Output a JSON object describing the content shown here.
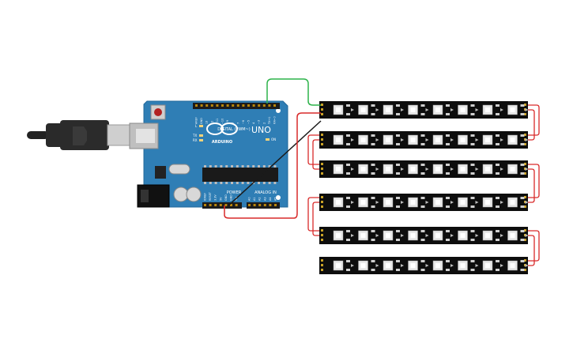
{
  "board": {
    "brand_logo_text": "ARDUINO",
    "model": "UNO",
    "header_digital_label": "DIGITAL (PWM~)",
    "header_power_label": "POWER",
    "header_analog_label": "ANALOG IN",
    "led_labels": [
      "L",
      "TX",
      "RX",
      "ON"
    ],
    "top_pin_labels": [
      "AREF",
      "GND",
      "13",
      "12",
      "~11",
      "~10",
      "~9",
      "8",
      "7",
      "~6",
      "~5",
      "4",
      "~3",
      "2",
      "TX→1",
      "RX←0"
    ],
    "power_pin_labels": [
      "IOREF",
      "RESET",
      "3.3V",
      "5V",
      "GND",
      "GND",
      "Vin"
    ],
    "analog_pin_labels": [
      "A0",
      "A1",
      "A2",
      "A3",
      "A4",
      "A5"
    ],
    "colors": {
      "pcb": "#2f7eb5",
      "header": "#1c1c1c",
      "pin": "#b8860b"
    }
  },
  "usb_cable": {
    "colors": {
      "plug": "#cfcfcf",
      "cable": "#222222"
    }
  },
  "led_strips": {
    "strip_count": 6,
    "pixels_per_strip": 8,
    "colors": {
      "strip": "#0d0d0d",
      "led_body": "#e8e8e8",
      "led_lens": "#ffffff"
    }
  },
  "wires": {
    "data_wire_color": "#2db34a",
    "power_wire_color": "#d92a2a",
    "ground_wire_color": "#1a1a1a"
  }
}
